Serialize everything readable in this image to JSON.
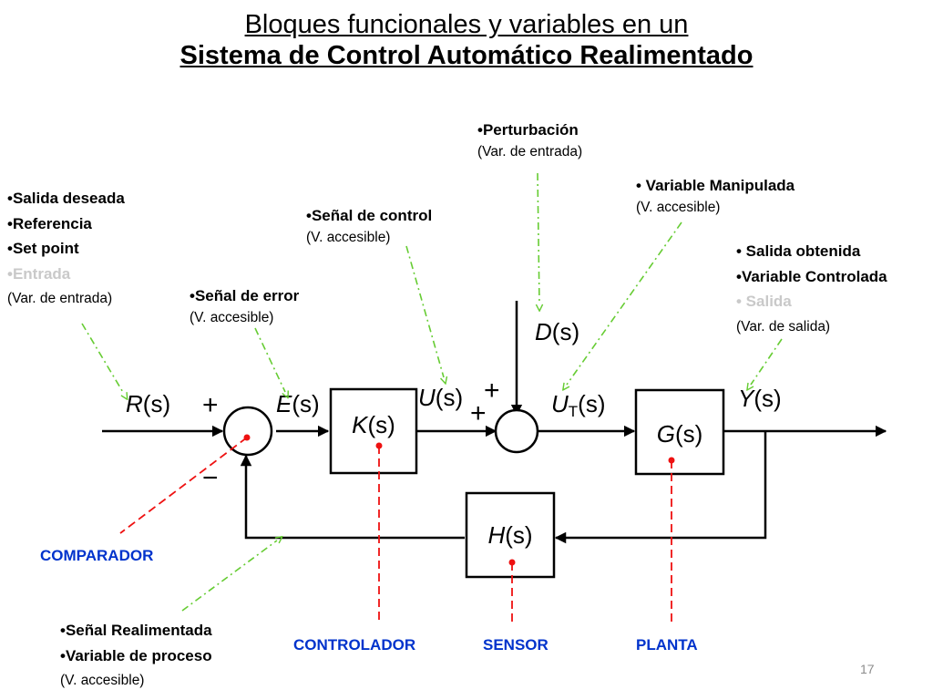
{
  "title": {
    "line1": "Bloques funcionales y variables en un",
    "line2": "Sistema de Control Automático Realimentado"
  },
  "annotations": {
    "reference": {
      "items": [
        "Salida deseada",
        "Referencia",
        "Set point"
      ],
      "dim_item": "Entrada",
      "note": "(Var. de entrada)"
    },
    "error": {
      "item": "Señal de error",
      "note": "(V. accesible)"
    },
    "control": {
      "item": "Señal de control",
      "note": "(V. accesible)"
    },
    "disturbance": {
      "item": "Perturbación",
      "note": "(Var. de entrada)"
    },
    "manipulated": {
      "item": " Variable Manipulada",
      "note": "(V. accesible)"
    },
    "output": {
      "items": [
        " Salida obtenida",
        "Variable Controlada"
      ],
      "dim_item": " Salida",
      "note": "(Var. de salida)"
    },
    "feedback": {
      "items": [
        "Señal Realimentada",
        "Variable de proceso"
      ],
      "note": "(V. accesible)"
    }
  },
  "signals": {
    "R": "R",
    "E": "E",
    "U": "U",
    "UT": "U",
    "UT_sub": "T",
    "D": "D",
    "Y": "Y",
    "arg": "(s)"
  },
  "blocks": {
    "K": "K",
    "G": "G",
    "H": "H"
  },
  "signs": {
    "plus": "+",
    "minus": "−"
  },
  "roles": {
    "comparator": "COMPARADOR",
    "controller": "CONTROLADOR",
    "sensor": "SENSOR",
    "plant": "PLANTA"
  },
  "colors": {
    "role_text": "#0033cc",
    "component_marker": "#ee1111",
    "variable_arrow": "#66cc33"
  },
  "page_number": "17"
}
